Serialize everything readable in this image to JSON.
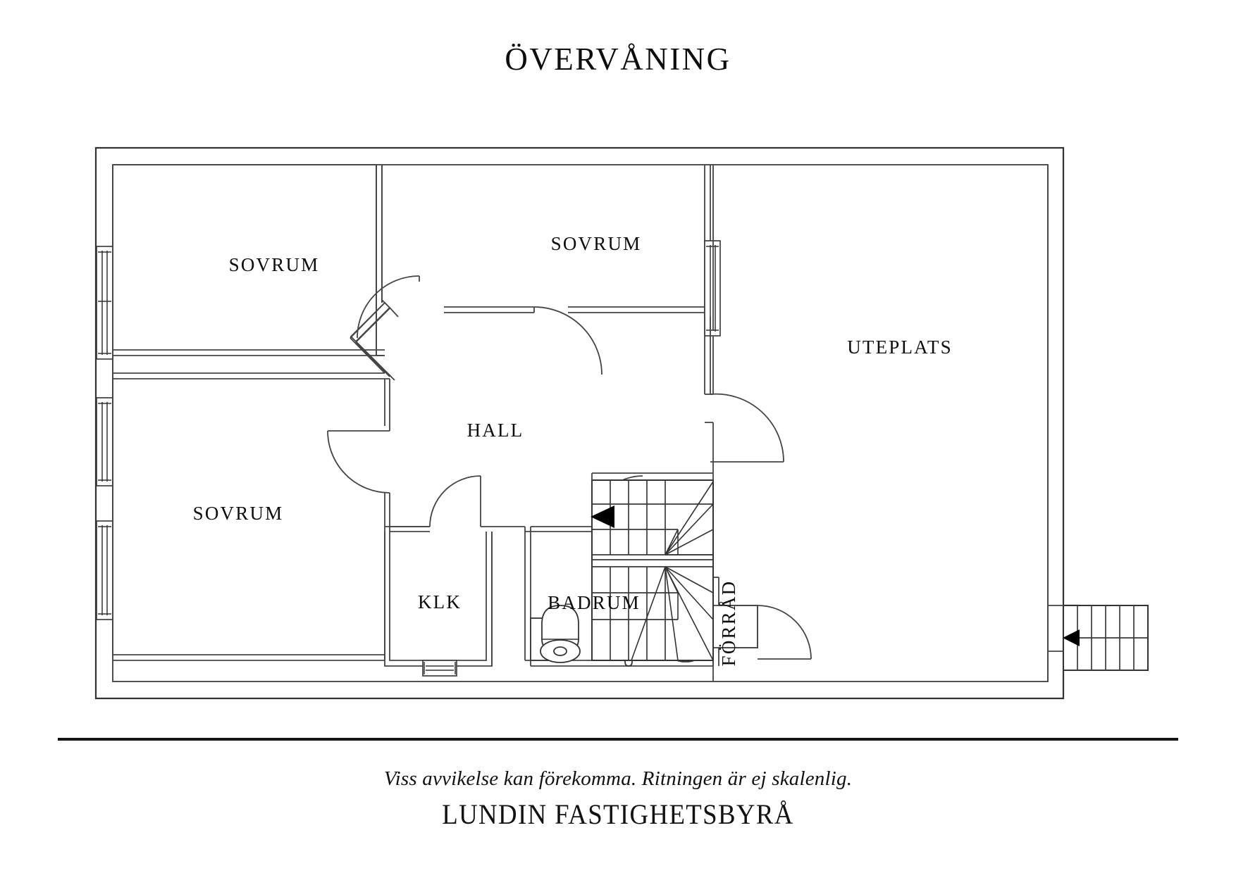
{
  "document": {
    "title": "ÖVERVÅNING",
    "type": "floor-plan",
    "floor_label": "ÖVERVÅNING"
  },
  "footer": {
    "disclaimer": "Viss avvikelse kan förekomma. Ritningen är ej skalenlig.",
    "brand": "LUNDIN FASTIGHETSBYRÅ"
  },
  "plan": {
    "rooms": [
      {
        "key": "sovrum_top_left",
        "label": "SOVRUM"
      },
      {
        "key": "sovrum_top_mid",
        "label": "SOVRUM"
      },
      {
        "key": "sovrum_bottom_left",
        "label": "SOVRUM"
      },
      {
        "key": "hall",
        "label": "HALL"
      },
      {
        "key": "klk",
        "label": "KLK"
      },
      {
        "key": "badrum",
        "label": "BADRUM"
      },
      {
        "key": "forrad",
        "label": "FÖRRÅD"
      },
      {
        "key": "uteplats",
        "label": "UTEPLATS"
      }
    ],
    "fixtures": [
      {
        "key": "toilet",
        "name": "toilet-fixture"
      },
      {
        "key": "sink",
        "name": "sink-fixture"
      },
      {
        "key": "bathtub",
        "name": "bathtub-fixture"
      }
    ],
    "stairs": [
      {
        "key": "interior_stair",
        "name": "interior-staircase",
        "direction": "left",
        "treads": 10,
        "has_winders": true
      },
      {
        "key": "exterior_stair",
        "name": "exterior-staircase",
        "direction": "left",
        "treads": 6,
        "has_winders": false
      }
    ],
    "windows_count": 6,
    "doors_count": 6,
    "colors": {
      "line": "#333333",
      "text": "#0d0d0d",
      "background": "#ffffff",
      "rule": "#141414"
    }
  }
}
